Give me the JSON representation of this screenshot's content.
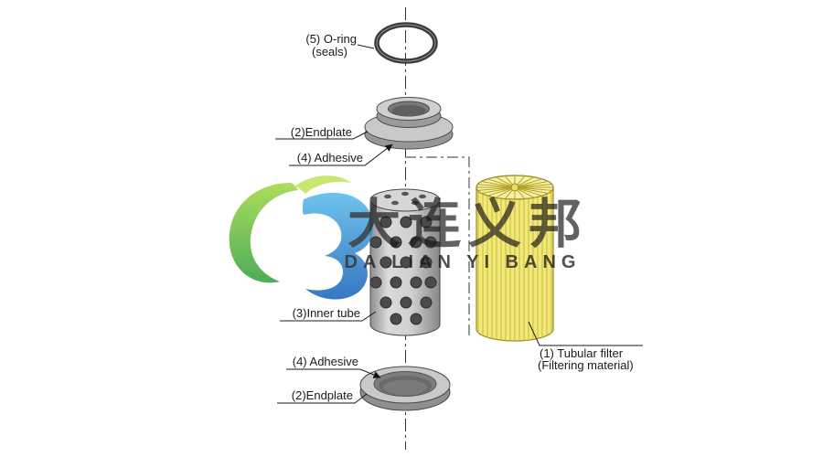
{
  "figure": {
    "kind": "exploded-assembly-diagram",
    "subject": "tubular filter element assembly"
  },
  "labels": {
    "o_ring_1": "(5) O-ring",
    "o_ring_2": "(seals)",
    "endplate_top": "(2)Endplate",
    "adhesive_top": "(4) Adhesive",
    "inner_tube": "(3)Inner tube",
    "adhesive_bottom": "(4) Adhesive",
    "endplate_bottom": "(2)Endplate",
    "filter_1": "(1) Tubular filter",
    "filter_2": "(Filtering material)"
  },
  "watermark": {
    "cn": "大连义邦",
    "en": "DA LIAN YI BANG"
  },
  "colors": {
    "metal_gray": "#c6c6c6",
    "metal_dark": "#7a7a7a",
    "filter_yellow": "#f1e87c",
    "filter_pleat": "#9a8b20",
    "watermark_blue": "#2b7fd0",
    "watermark_light_blue": "#3fa3e0",
    "watermark_green": "#5cb83a",
    "line": "#1a1a1a"
  }
}
